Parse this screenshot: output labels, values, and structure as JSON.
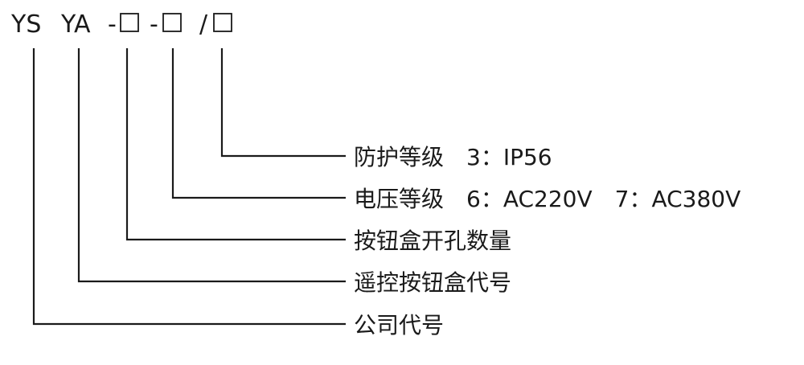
{
  "model_code": {
    "part1": "YS",
    "part2": "YA",
    "sep1": "-",
    "sep2": "-",
    "sep3": "/"
  },
  "legend": {
    "protection": "防护等级　3：IP56",
    "voltage": "电压等级　6：AC220V　7：AC380V",
    "holes": "按钮盒开孔数量",
    "remote": "遥控按钮盒代号",
    "company": "公司代号"
  }
}
